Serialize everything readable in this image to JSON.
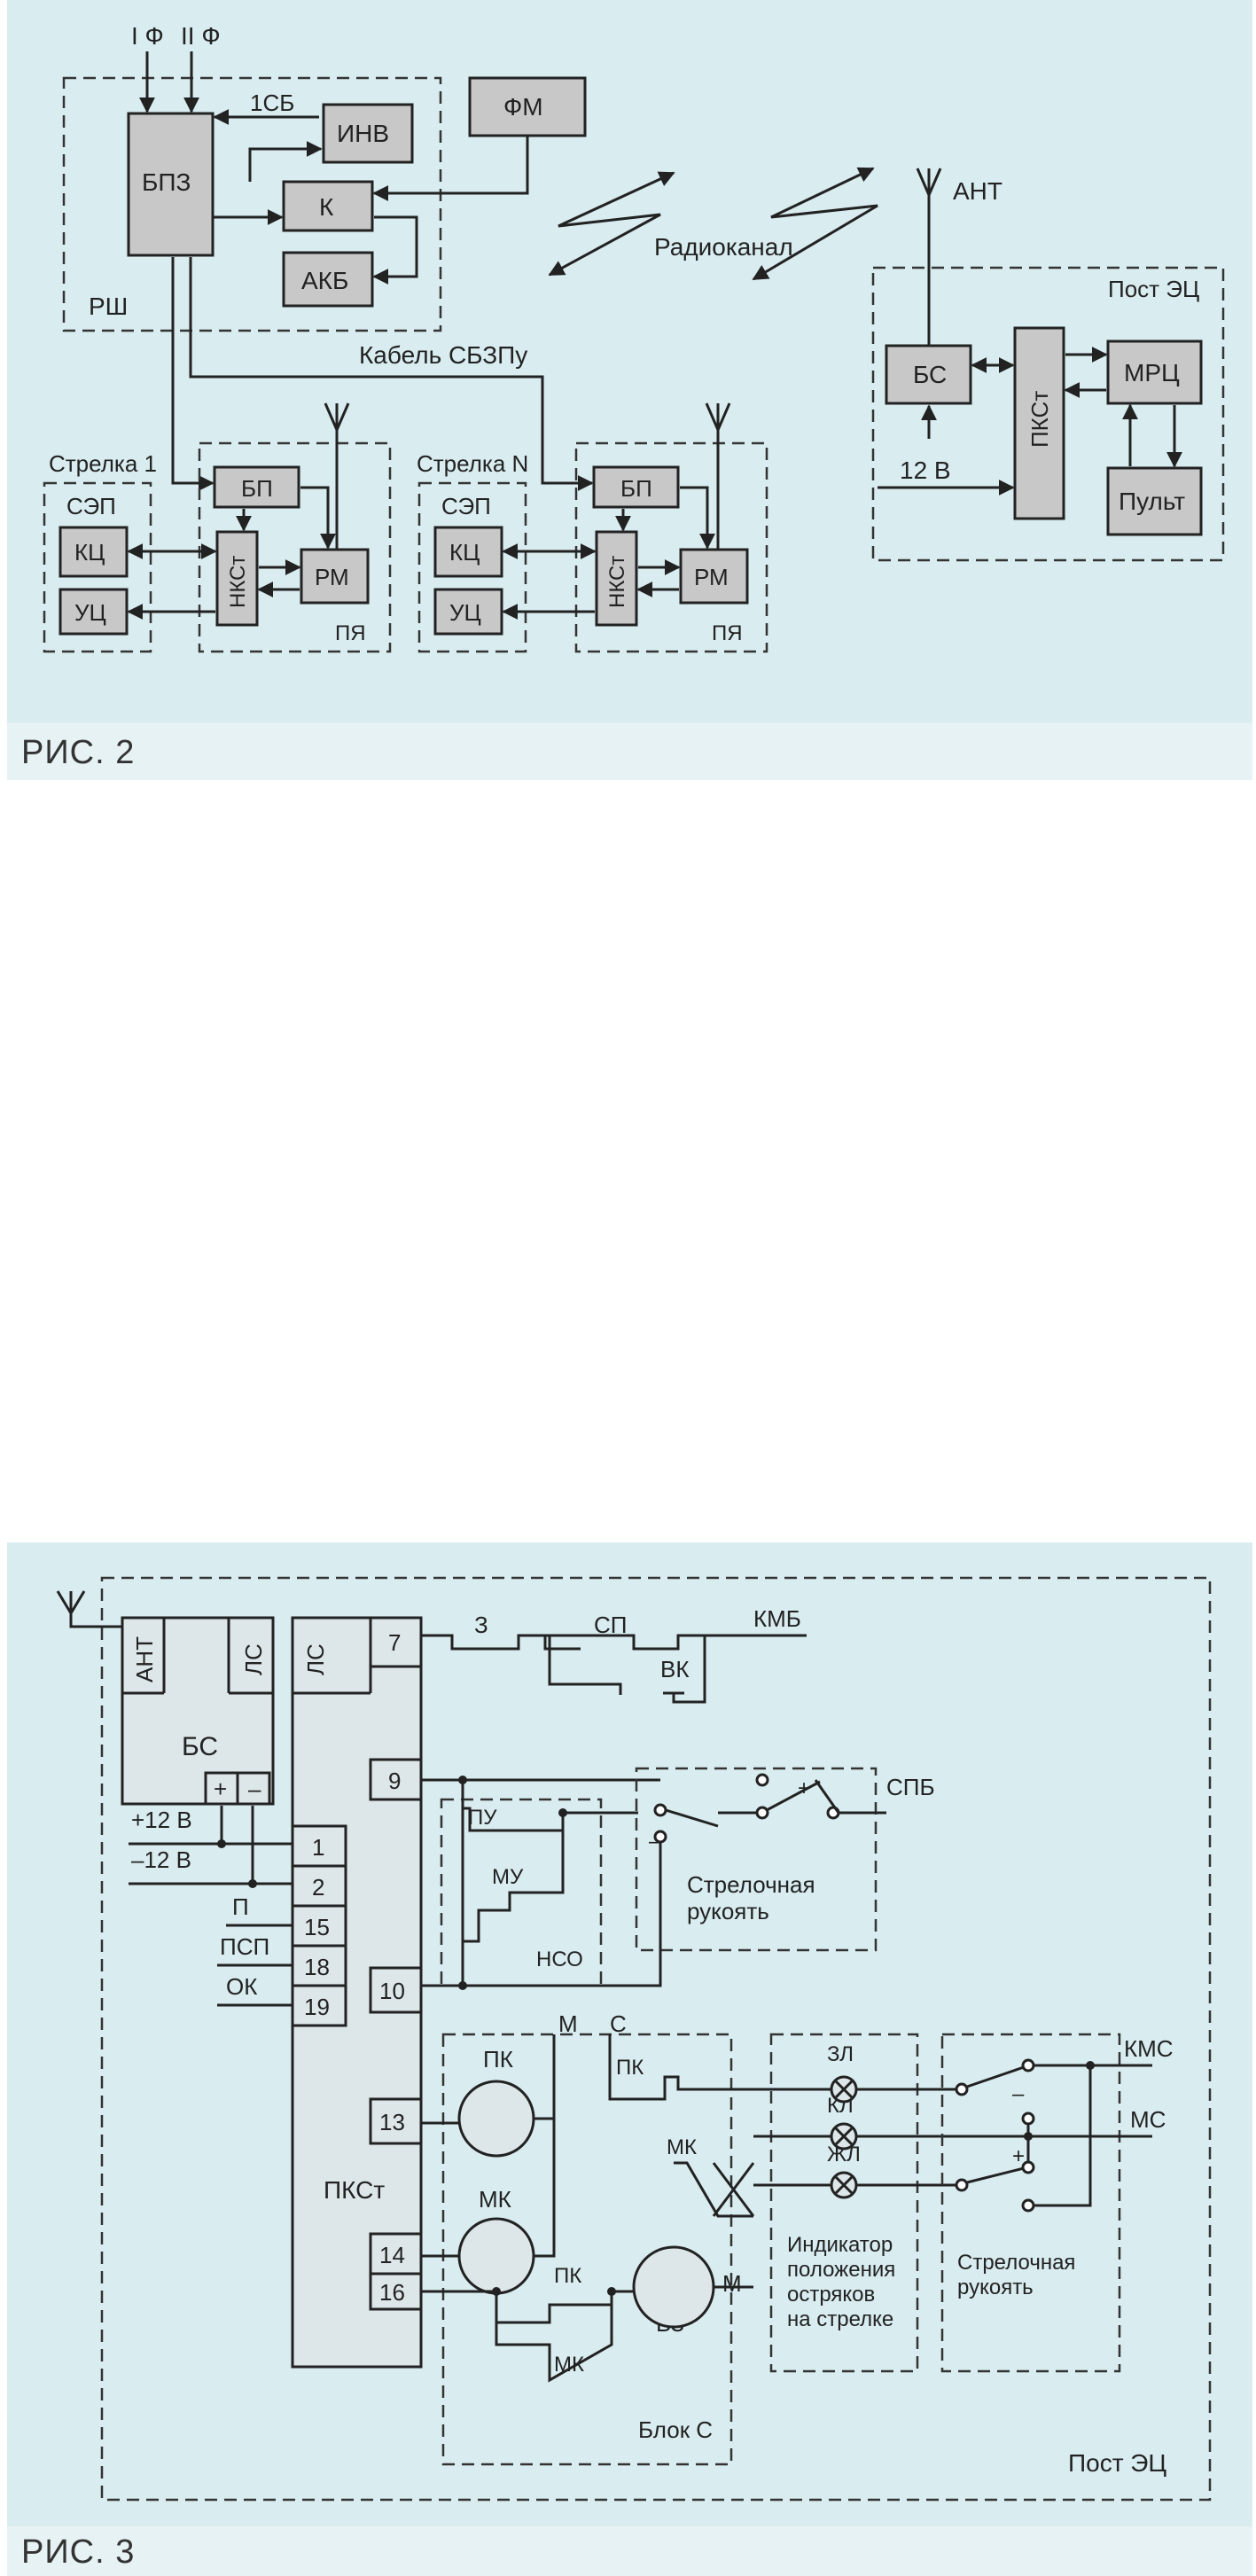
{
  "fig2": {
    "caption": "РИС. 2",
    "labels": {
      "phase1": "I Ф",
      "phase2": "II Ф",
      "bpz": "БПЗ",
      "sb1": "1СБ",
      "inv": "ИНВ",
      "k": "К",
      "akb": "АКБ",
      "fm": "ФМ",
      "rsh": "РШ",
      "radio_channel": "Радиоканал",
      "ant": "АНТ",
      "post": "Пост ЭЦ",
      "bs": "БС",
      "pkst": "ПКСт",
      "mrc": "МРЦ",
      "v12": "12 В",
      "pult": "Пульт",
      "cable": "Кабель СБЗПу",
      "strelka1": "Стрелка 1",
      "strelkaN": "Стрелка N",
      "sep": "СЭП",
      "kc": "КЦ",
      "uc": "УЦ",
      "bp": "БП",
      "nkst": "НКСт",
      "rm": "РМ",
      "pya": "ПЯ"
    }
  },
  "fig3": {
    "caption": "РИС. 3",
    "labels": {
      "ant": "АНТ",
      "ls": "ЛС",
      "bs": "БС",
      "plus": "+",
      "minus": "–",
      "pkst": "ПКСт",
      "pin7": "7",
      "pin9": "9",
      "pin1": "1",
      "pin2": "2",
      "pin15": "15",
      "pin18": "18",
      "pin19": "19",
      "pin10": "10",
      "pin13": "13",
      "pin14": "14",
      "pin16": "16",
      "v12p": "+12 В",
      "v12m": "–12 В",
      "p": "П",
      "psp": "ПСП",
      "ok": "ОК",
      "z": "З",
      "sp": "СП",
      "kmb": "КМБ",
      "vk": "ВК",
      "spb": "СПБ",
      "pu": "ПУ",
      "mu": "МУ",
      "nso": "НСО",
      "handle": "Стрелочная рукоять",
      "m": "М",
      "c": "С",
      "pk": "ПК",
      "mk": "МК",
      "vz": "ВЗ",
      "block_c": "Блок С",
      "zl": "ЗЛ",
      "kl": "КЛ",
      "zhl": "ЖЛ",
      "indicator": "Индикатор положения остряков на стрелке",
      "kms": "КМС",
      "ms": "МС",
      "post": "Пост ЭЦ"
    }
  },
  "colors": {
    "panel_bg": "#d9ecf0",
    "block_fill": "#c8c8c8",
    "line": "#222222"
  }
}
